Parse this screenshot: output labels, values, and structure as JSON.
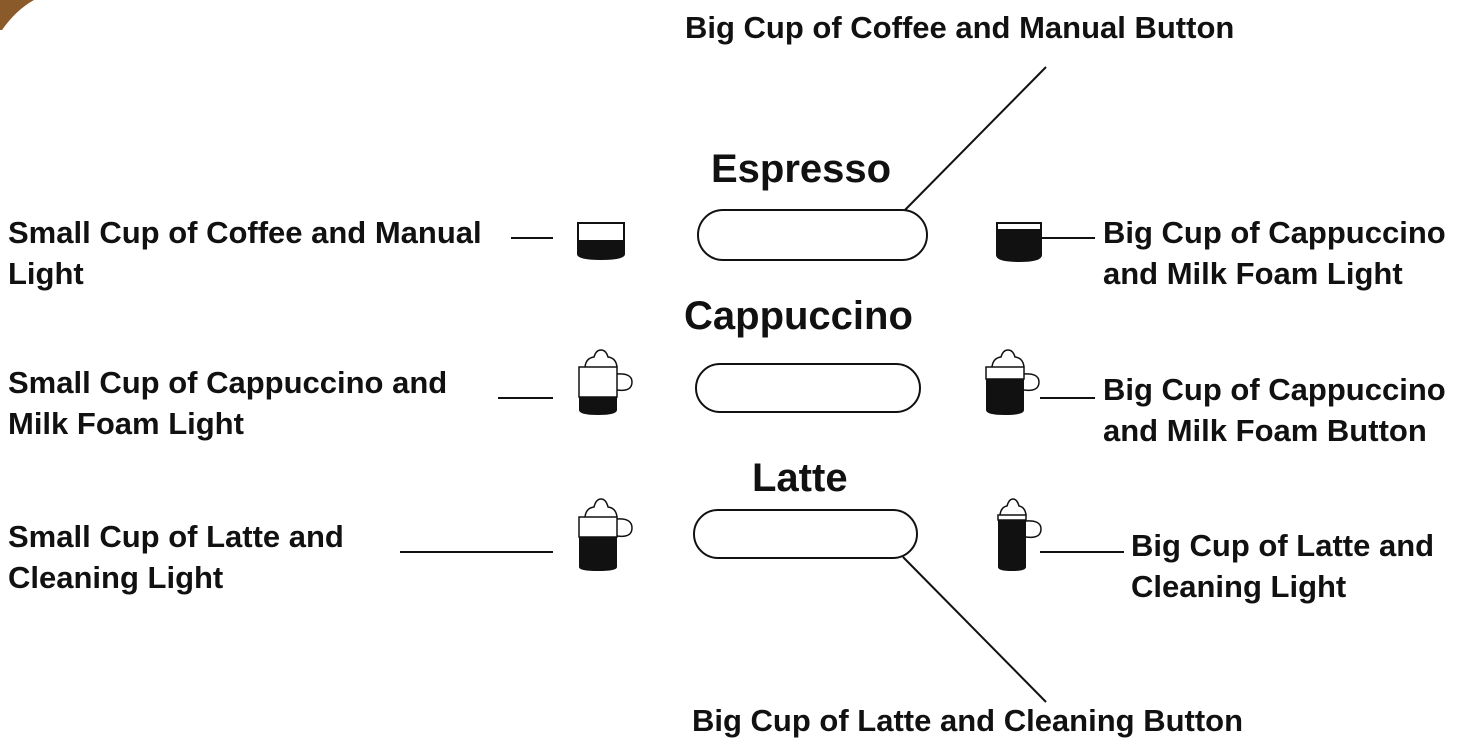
{
  "callouts": {
    "top_button": "Big Cup of Coffee and Manual Button",
    "bottom_button": "Big Cup of Latte and Cleaning Button",
    "small_coffee_light": {
      "line1": "Small Cup of Coffee and Manual",
      "line2": "Light"
    },
    "small_cappuccino_light": {
      "line1": "Small Cup of Cappuccino and",
      "line2": "Milk Foam Light"
    },
    "small_latte_light": {
      "line1": "Small Cup of Latte and",
      "line2": "Cleaning Light"
    },
    "big_cappuccino_light": {
      "line1": "Big Cup of Cappuccino",
      "line2": "and Milk Foam Light"
    },
    "big_cappuccino_button": {
      "line1": "Big Cup of Cappuccino",
      "line2": "and Milk Foam Button"
    },
    "big_latte_light": {
      "line1": "Big Cup of Latte and",
      "line2": "Cleaning Light"
    }
  },
  "buttons": {
    "espresso": "Espresso",
    "cappuccino": "Cappuccino",
    "latte": "Latte"
  },
  "icons": {
    "small_coffee_cup": "small-coffee-cup-icon",
    "small_cappuccino_cup": "small-cappuccino-cup-icon",
    "small_latte_cup": "small-latte-cup-icon",
    "big_coffee_cup": "big-coffee-cup-icon",
    "big_cappuccino_cup": "big-cappuccino-cup-icon",
    "big_latte_cup": "big-latte-cup-icon"
  },
  "colors": {
    "ink": "#111111",
    "background": "#ffffff",
    "accent_brown": "#8a5a2b"
  }
}
